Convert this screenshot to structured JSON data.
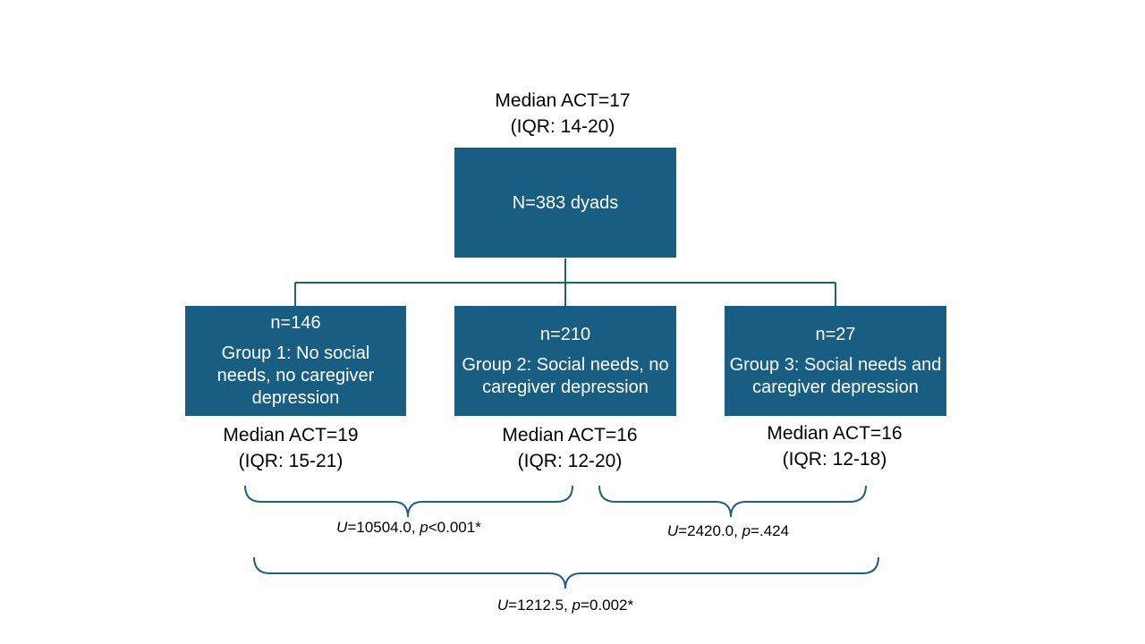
{
  "root": {
    "median": "Median ACT=17",
    "iqr": "(IQR: 14-20)",
    "label": "N=383 dyads"
  },
  "groups": [
    {
      "count": "n=146",
      "label": "Group 1: No social needs, no caregiver depression",
      "median": "Median ACT=19",
      "iqr": "(IQR: 15-21)"
    },
    {
      "count": "n=210",
      "label": "Group 2:  Social needs, no caregiver depression",
      "median": "Median ACT=16",
      "iqr": "(IQR: 12-20)"
    },
    {
      "count": "n=27",
      "label": "Group 3: Social needs and caregiver depression",
      "median": "Median ACT=16",
      "iqr": "(IQR: 12-18)"
    }
  ],
  "comparisons": [
    {
      "u_symbol": "U",
      "u_value": "=10504.0, ",
      "p_symbol": "p",
      "p_value": "<0.001*"
    },
    {
      "u_symbol": "U",
      "u_value": "=2420.0, ",
      "p_symbol": "p",
      "p_value": "=.424"
    },
    {
      "u_symbol": "U",
      "u_value": "=1212.5, ",
      "p_symbol": "p",
      "p_value": "=0.002*"
    }
  ],
  "colors": {
    "box_fill": "#175e82",
    "connector": "#1f5f80",
    "box_text": "#ffffff"
  }
}
